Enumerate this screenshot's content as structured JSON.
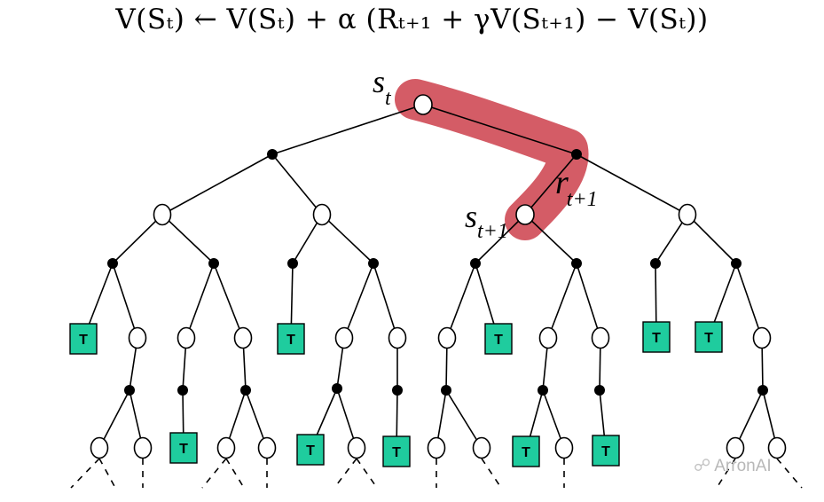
{
  "equation": "V(Sₜ) ← V(Sₜ) + α (Rₜ₊₁ + γV(Sₜ₊₁) − V(Sₜ))",
  "labels": {
    "st_main": "s",
    "st_sub": "t",
    "r_main": "r",
    "r_sub": "t+1",
    "st1_main": "s",
    "st1_sub": "t+1"
  },
  "terminal_label": "T",
  "watermark": "ArronAI",
  "colors": {
    "highlight": "#d2535e",
    "terminal_fill": "#1fcc9e",
    "line": "#000000"
  }
}
